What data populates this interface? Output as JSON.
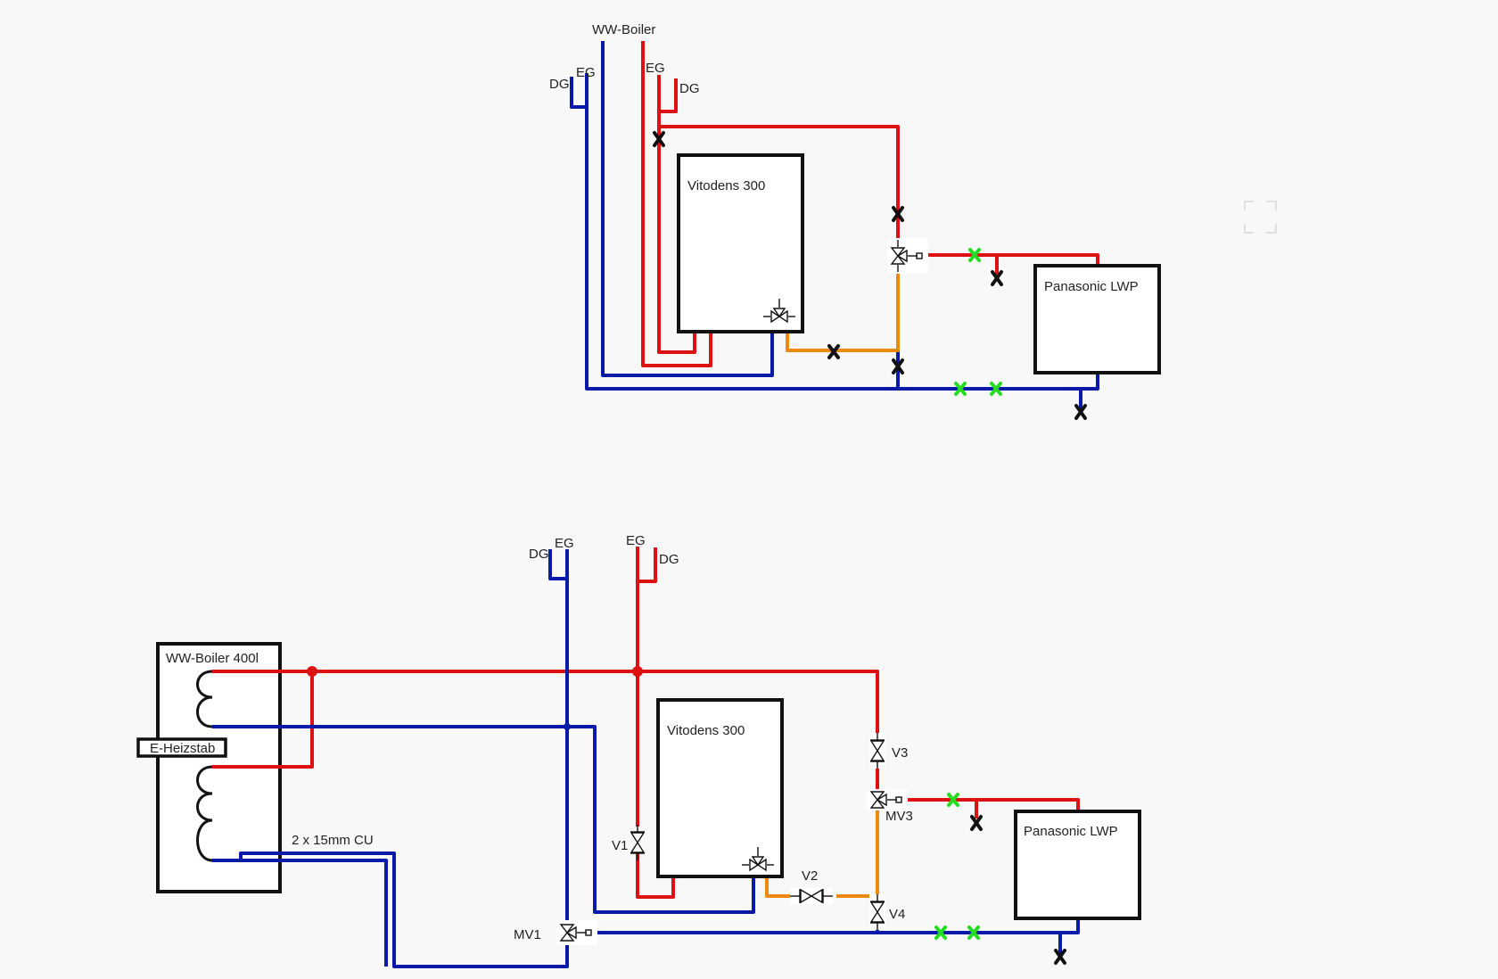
{
  "top": {
    "labels": {
      "ww_boiler": "WW-Boiler",
      "dg_blue": "DG",
      "eg_blue": "EG",
      "eg_red": "EG",
      "dg_red": "DG",
      "vitodens": "Vitodens 300",
      "panasonic": "Panasonic LWP"
    }
  },
  "bottom": {
    "labels": {
      "dg_blue": "DG",
      "eg_blue": "EG",
      "eg_red": "EG",
      "dg_red": "DG",
      "ww_boiler": "WW-Boiler 400l",
      "heizstab": "E-Heizstab",
      "pipe_spec": "2 x 15mm CU",
      "vitodens": "Vitodens 300",
      "panasonic": "Panasonic LWP",
      "v1": "V1",
      "v2": "V2",
      "v3": "V3",
      "v4": "V4",
      "mv1": "MV1",
      "mv3": "MV3"
    }
  },
  "colors": {
    "supply_red": "#dd1111",
    "return_blue": "#0a1aa8",
    "mixed_orange": "#ee8a10",
    "open_fitting_green": "#22dd22",
    "closed_fitting_black": "#111111"
  },
  "icons": [
    "valve-icon",
    "three-way-valve-icon",
    "cross-fitting-icon",
    "junction-dot-icon"
  ]
}
